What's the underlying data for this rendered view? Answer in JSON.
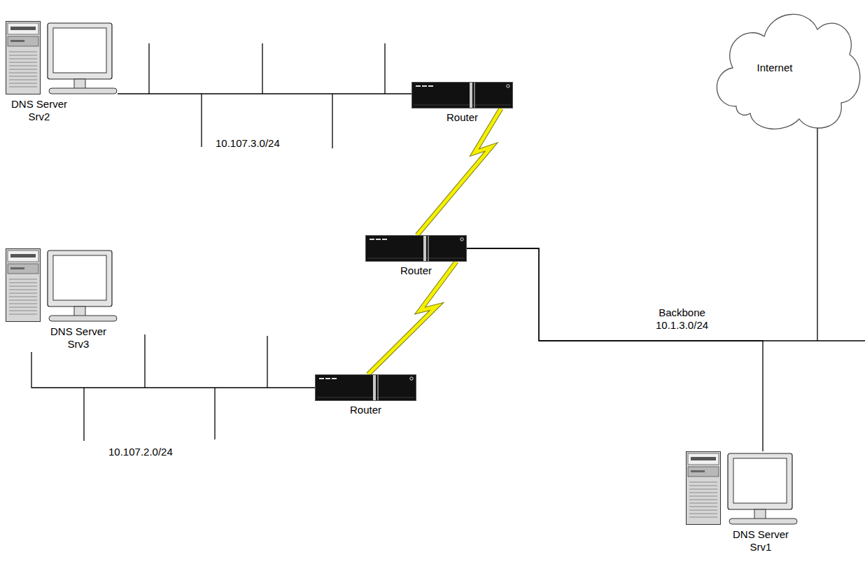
{
  "diagram": {
    "nodes": [
      {
        "text": [
          "DNS Server Srv2"
        ]
      },
      {
        "text": [
          "Router"
        ]
      },
      {
        "text": [
          "Internet"
        ]
      },
      {
        "text": [
          "Router"
        ]
      },
      {
        "text": [
          "DNS Server Srv3"
        ]
      },
      {
        "text": [
          "Router"
        ]
      },
      {
        "text": [
          "DNS Server Srv1"
        ]
      }
    ],
    "edges": [
      {
        "from": 0,
        "to": 1,
        "arrow": "none"
      },
      {
        "from": 1,
        "to": 3,
        "arrow": "none"
      },
      {
        "from": 3,
        "to": 5,
        "arrow": "none"
      },
      {
        "from": 4,
        "to": 5,
        "arrow": "none"
      },
      {
        "from": 3,
        "to": 2,
        "arrow": "none"
      },
      {
        "from": 3,
        "to": 6,
        "arrow": "none"
      }
    ],
    "labels": [
      "10.107.3.0/24",
      "10.107.2.0/24",
      "Backbone 10.1.3.0/24"
    ]
  }
}
